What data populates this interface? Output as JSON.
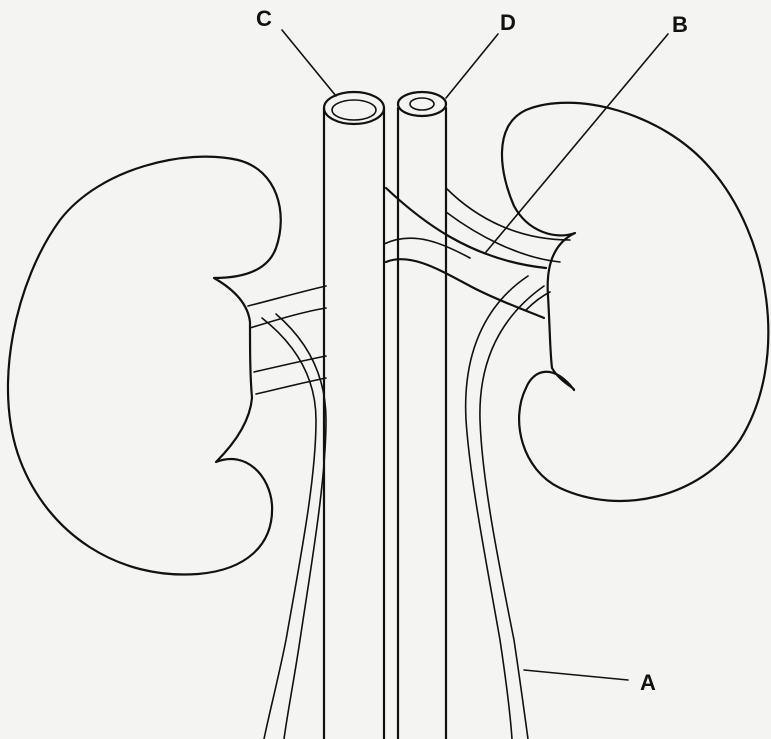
{
  "diagram": {
    "labels": {
      "a": "A",
      "b": "B",
      "c": "C",
      "d": "D"
    },
    "colors": {
      "line": "#111111",
      "paper": "#f4f4f2"
    }
  }
}
